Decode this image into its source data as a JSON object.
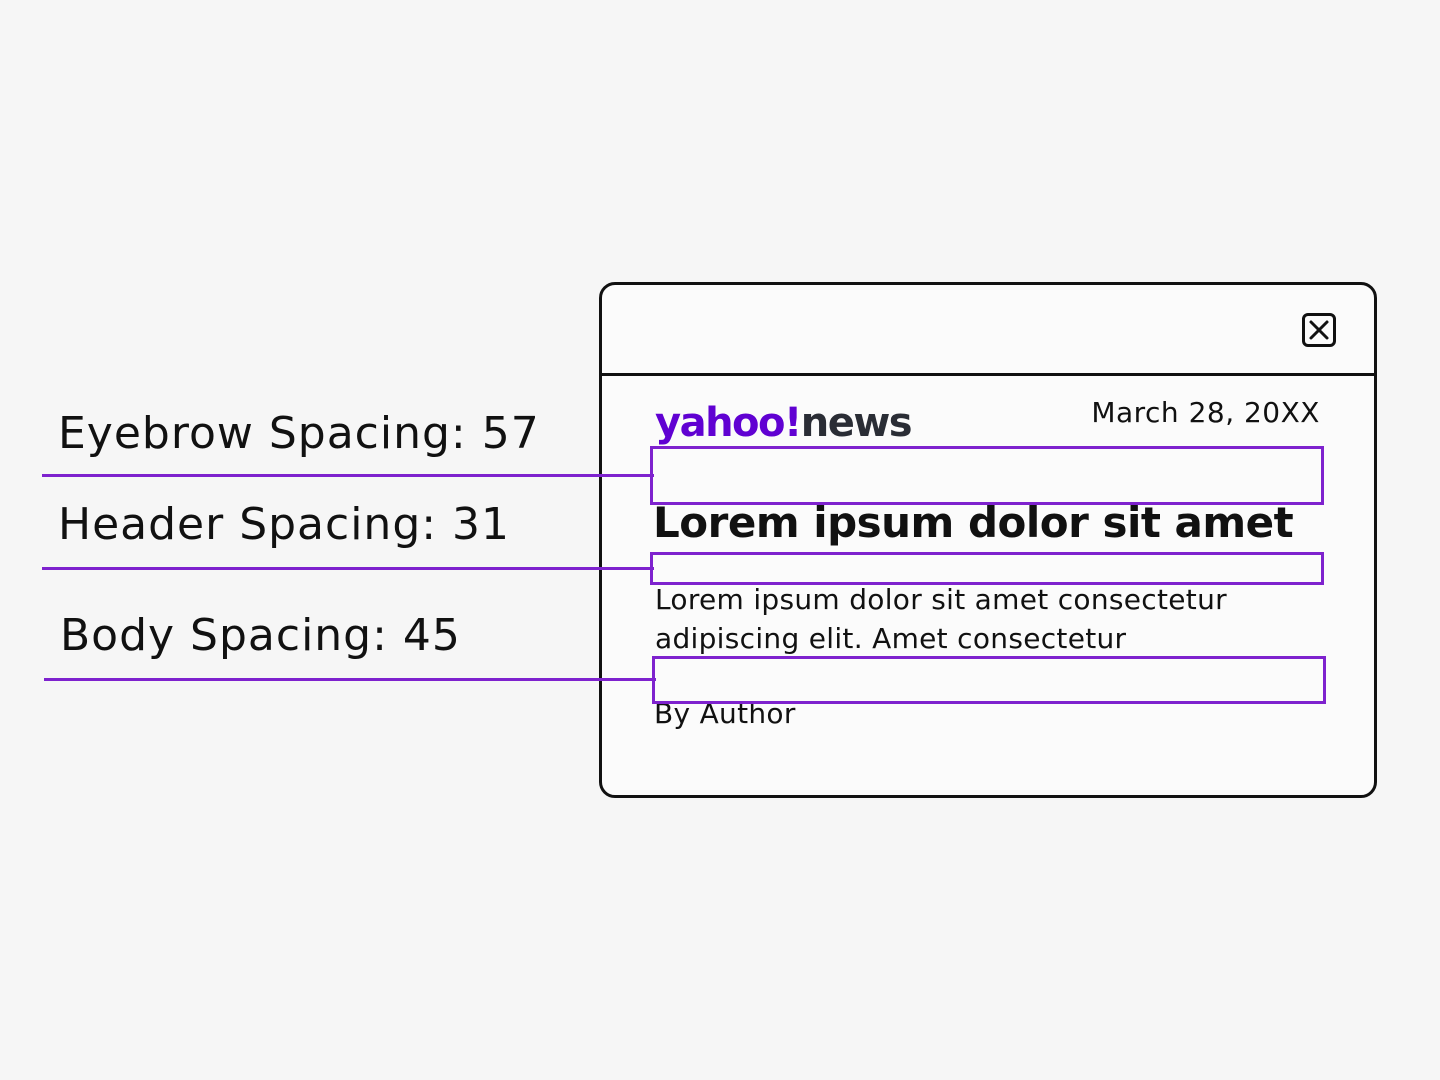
{
  "annotations": [
    {
      "label": "Eyebrow Spacing: 57"
    },
    {
      "label": "Header Spacing: 31"
    },
    {
      "label": "Body Spacing: 45"
    }
  ],
  "card": {
    "logo": {
      "part1": "yahoo!",
      "part2": "news"
    },
    "date": "March 28, 20XX",
    "headline": "Lorem ipsum dolor sit amet",
    "body_lines": [
      "Lorem ipsum dolor sit amet consectetur",
      "adipiscing elit. Amet consectetur"
    ],
    "byline": "By Author",
    "close_icon": "close-icon"
  },
  "colors": {
    "accent": "#7e22ce",
    "yahoo_purple": "#6001d2",
    "border": "#111111",
    "background": "#f6f6f6"
  }
}
